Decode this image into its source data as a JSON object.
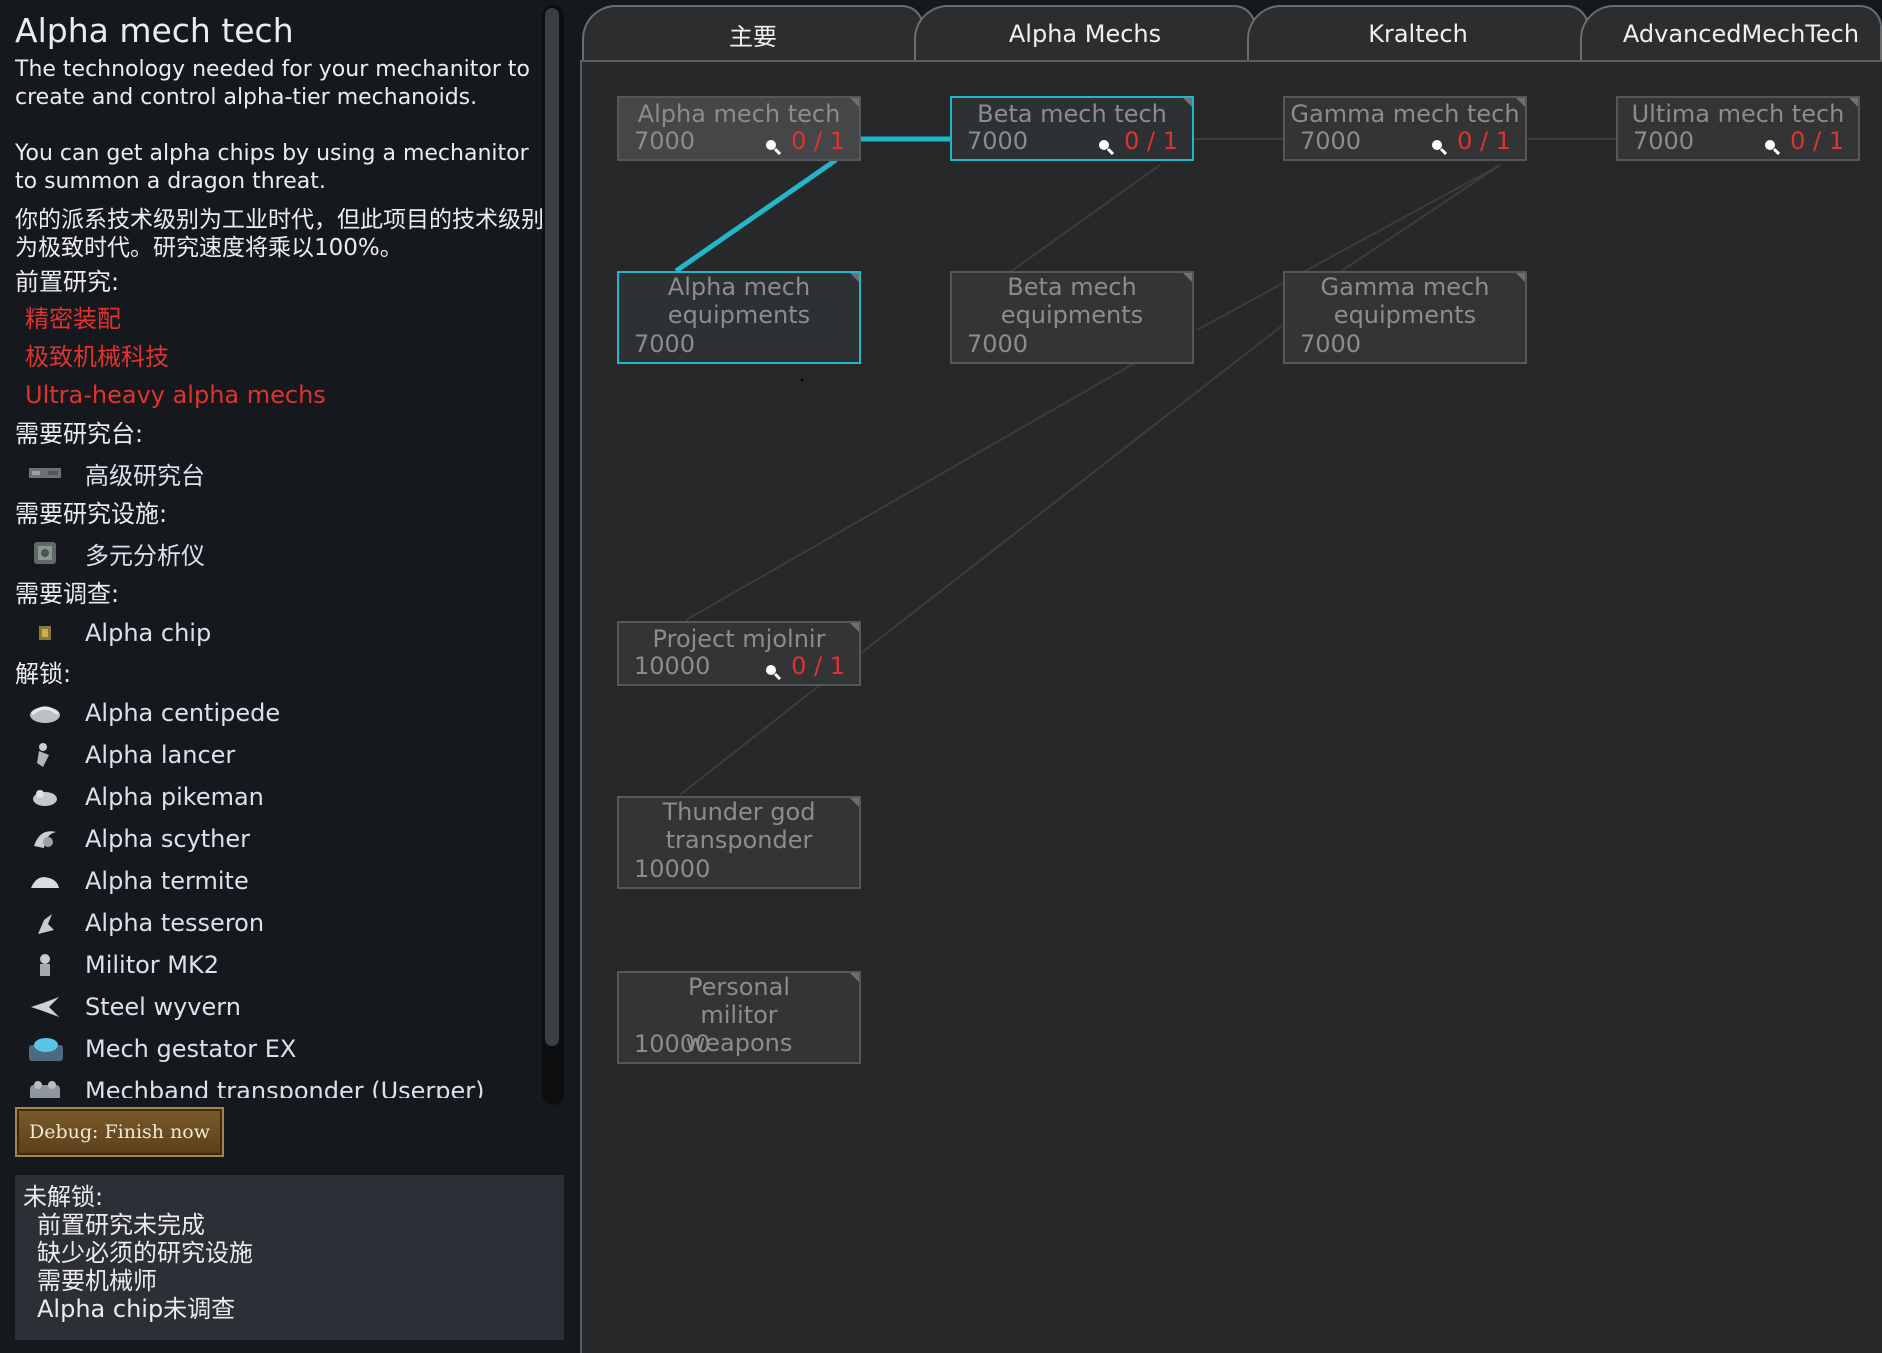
{
  "tabs": [
    "主要",
    "Alpha Mechs",
    "Kraltech",
    "AdvancedMechTech"
  ],
  "info": {
    "title": "Alpha mech tech",
    "description": "The technology needed for your mechanitor to create and control alpha-tier mechanoids.\n\nYou can get alpha chips by using a mechanitor to summon a dragon threat.",
    "tech_level_note": "你的派系技术级别为工业时代，但此项目的技术级别为极致时代。研究速度将乘以100%。",
    "prereq_header": "前置研究:",
    "prereqs": [
      "精密装配",
      "极致机械科技",
      "Ultra-heavy alpha mechs"
    ],
    "bench_header": "需要研究台:",
    "bench": "高级研究台",
    "facility_header": "需要研究设施:",
    "facility": "多元分析仪",
    "study_header": "需要调查:",
    "study": "Alpha chip",
    "unlock_header": "解锁:",
    "unlocks": [
      "Alpha centipede",
      "Alpha lancer",
      "Alpha pikeman",
      "Alpha scyther",
      "Alpha termite",
      "Alpha tesseron",
      "Militor MK2",
      "Steel wyvern",
      "Mech gestator EX",
      "Mechband transponder (Userper)"
    ]
  },
  "debug_button": "Debug: Finish now",
  "locked": {
    "header": "未解锁:",
    "reasons": [
      "前置研究未完成",
      "缺少必须的研究设施",
      "需要机械师",
      "Alpha chip未调查"
    ]
  },
  "nodes": [
    {
      "name": "Alpha mech tech",
      "cost": "7000",
      "progress": "0 / 1"
    },
    {
      "name": "Beta mech tech",
      "cost": "7000",
      "progress": "0 / 1"
    },
    {
      "name": "Gamma mech tech",
      "cost": "7000",
      "progress": "0 / 1"
    },
    {
      "name": "Ultima mech tech",
      "cost": "7000",
      "progress": "0 / 1"
    },
    {
      "name": "Alpha mech equipments",
      "cost": "7000",
      "progress": ""
    },
    {
      "name": "Beta mech equipments",
      "cost": "7000",
      "progress": ""
    },
    {
      "name": "Gamma mech equipments",
      "cost": "7000",
      "progress": ""
    },
    {
      "name": "Project mjolnir",
      "cost": "10000",
      "progress": "0 / 1"
    },
    {
      "name": "Thunder god transponder",
      "cost": "10000",
      "progress": ""
    },
    {
      "name": "Personal militor weapons",
      "cost": "10000",
      "progress": ""
    }
  ],
  "colors": {
    "highlight": "#1fb7c9",
    "locked_red": "#e0322f",
    "button_brown": "#6a4c22"
  }
}
